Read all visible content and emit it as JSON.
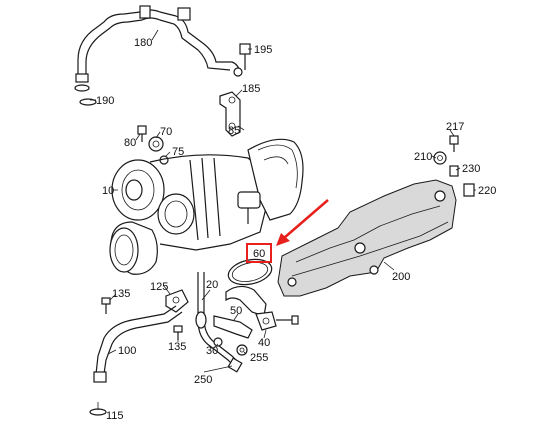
{
  "diagram": {
    "callouts": [
      {
        "id": "c180",
        "text": "180"
      },
      {
        "id": "c195",
        "text": "195"
      },
      {
        "id": "c190",
        "text": "190"
      },
      {
        "id": "c185",
        "text": "185"
      },
      {
        "id": "c85",
        "text": "85"
      },
      {
        "id": "c80",
        "text": "80"
      },
      {
        "id": "c70",
        "text": "70"
      },
      {
        "id": "c75",
        "text": "75"
      },
      {
        "id": "c10",
        "text": "10"
      },
      {
        "id": "c217",
        "text": "217"
      },
      {
        "id": "c210",
        "text": "210"
      },
      {
        "id": "c230",
        "text": "230"
      },
      {
        "id": "c220",
        "text": "220"
      },
      {
        "id": "c200",
        "text": "200"
      },
      {
        "id": "c125",
        "text": "125"
      },
      {
        "id": "c135a",
        "text": "135"
      },
      {
        "id": "c135b",
        "text": "135"
      },
      {
        "id": "c20",
        "text": "20"
      },
      {
        "id": "c50",
        "text": "50"
      },
      {
        "id": "c40",
        "text": "40"
      },
      {
        "id": "c30",
        "text": "30"
      },
      {
        "id": "c255",
        "text": "255"
      },
      {
        "id": "c250",
        "text": "250"
      },
      {
        "id": "c100",
        "text": "100"
      },
      {
        "id": "c115",
        "text": "115"
      }
    ],
    "highlight": {
      "text": "60",
      "color": "#e8201c"
    },
    "arrow_color": "#e8201c"
  }
}
